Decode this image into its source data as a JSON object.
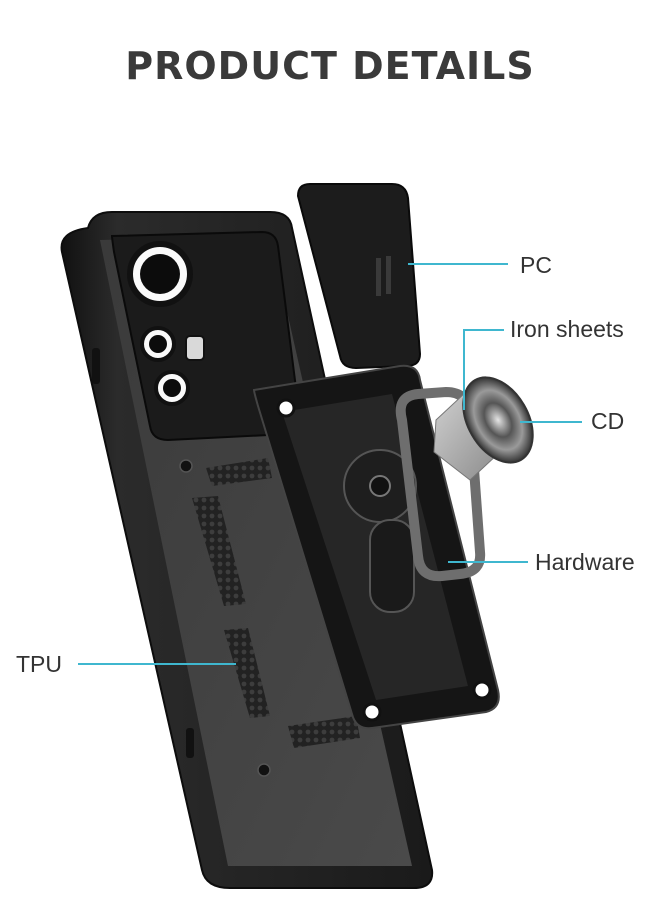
{
  "header": {
    "title": "PRODUCT DETAILS"
  },
  "labels": {
    "pc": "PC",
    "iron_sheets": "Iron sheets",
    "cd": "CD",
    "hardware": "Hardware",
    "tpu": "TPU"
  },
  "colors": {
    "accent_line": "#3fb7cf",
    "case": "#1f1f1f",
    "title": "#3a3a3a"
  }
}
